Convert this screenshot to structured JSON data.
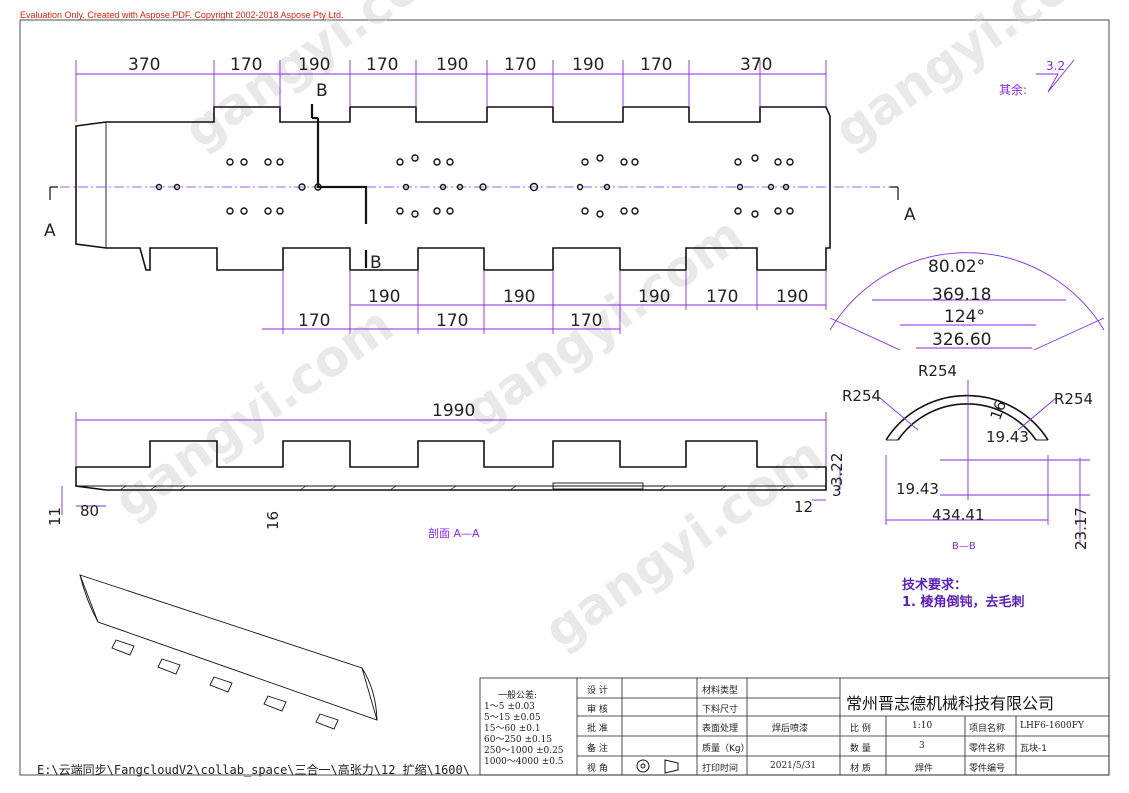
{
  "watermark_text": "Evaluation Only. Created with Aspose.PDF. Copyright 2002-2018 Aspose Pty Ltd.",
  "file_path": "E:\\云端同步\\FangcloudV2\\collab_space\\三合一\\高张力\\12 扩缩\\1600\\",
  "top_view": {
    "top_dims": [
      "370",
      "170",
      "190",
      "170",
      "190",
      "170",
      "190",
      "170",
      "370"
    ],
    "bottom_dims_upper": [
      "190",
      "190",
      "190",
      "170",
      "190"
    ],
    "bottom_dims_lower": [
      "170",
      "170",
      "170"
    ],
    "section_left": "A",
    "section_right": "A",
    "cut_top": "B",
    "cut_bottom": "B"
  },
  "section_view": {
    "overall": "1990",
    "h1": "3.22",
    "left_h": "11",
    "left_w": "80",
    "slot_w": "16",
    "right_w": "12",
    "right_h": "3",
    "caption": "剖面 A—A"
  },
  "bb_view": {
    "angle_outer": "80.02°",
    "chord1": "369.18",
    "angle_inner": "124°",
    "chord2": "326.60",
    "r_top": "R254",
    "r_left": "R254",
    "r_right": "R254",
    "thk": "16",
    "slot_r": "19.43",
    "slot_l": "19.43",
    "width": "434.41",
    "height": "23.17",
    "caption": "B—B"
  },
  "roughness": {
    "prefix": "其余:",
    "value": "3.2"
  },
  "tech_req": {
    "title": "技术要求：",
    "item1": "1.    棱角倒钝，去毛刺"
  },
  "tolerance": {
    "title": "一般公差:",
    "rows": [
      "1～5    ±0.03",
      "5～15   ±0.05",
      "15～60   ±0.1",
      "60～250   ±0.15",
      "250～1000  ±0.25",
      "1000～4000  ±0.5"
    ]
  },
  "title_block": {
    "design": "设  计",
    "review": "审  核",
    "approve": "批  准",
    "note": "备  注",
    "view": "视  角",
    "material_type": "材料类型",
    "blank_size": "下料尺寸",
    "surface": "表面处理",
    "surface_val": "焊后喷漆",
    "mass": "质量（Kg）",
    "print_time": "打印时间",
    "print_date": "2021/5/31",
    "scale": "比  例",
    "scale_val": "1:10",
    "qty": "数  量",
    "qty_val": "3",
    "material": "材  质",
    "material_val": "焊件",
    "project_name": "项目名称",
    "project_val": "LHF6-1600FY",
    "part_name": "零件名称",
    "part_val": "瓦块-1",
    "part_no": "零件编号",
    "company": "常州晋志德机械科技有限公司"
  }
}
